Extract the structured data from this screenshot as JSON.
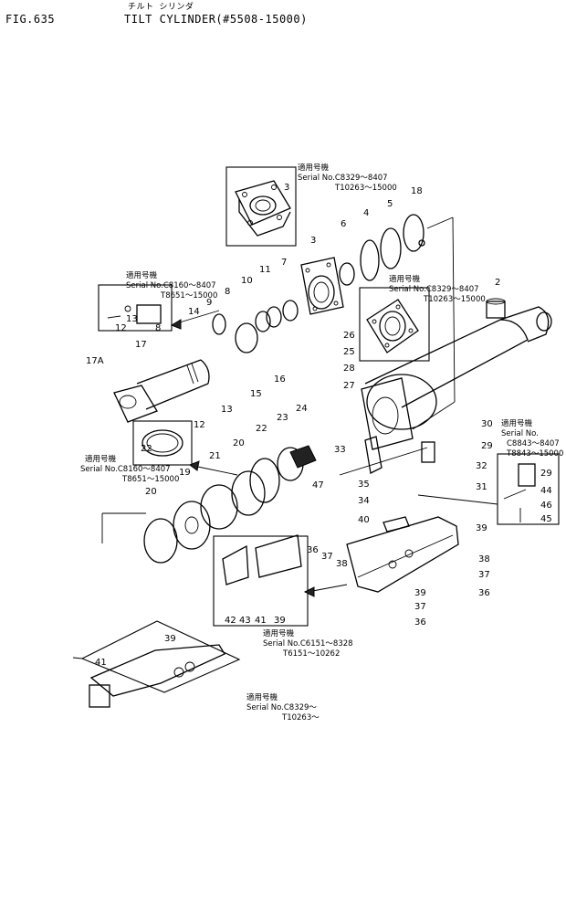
{
  "header": {
    "figure_number": "FIG.635",
    "title_japanese": "チルト シリンダ",
    "title": "TILT CYLINDER(#5508-15000)"
  },
  "part_labels": [
    "3",
    "3",
    "4",
    "5",
    "18",
    "6",
    "2",
    "11",
    "10",
    "7",
    "9",
    "8",
    "26",
    "25",
    "28",
    "27",
    "16",
    "15",
    "14",
    "13",
    "12",
    "8",
    "13",
    "12",
    "17",
    "17A",
    "22",
    "24",
    "23",
    "22",
    "21",
    "20",
    "47",
    "19",
    "20",
    "30",
    "29",
    "33",
    "32",
    "35",
    "34",
    "31",
    "29",
    "44",
    "46",
    "45",
    "40",
    "39",
    "36",
    "37",
    "38",
    "38",
    "37",
    "36",
    "39",
    "37",
    "36",
    "42",
    "43",
    "41",
    "39",
    "39",
    "41"
  ],
  "serial_notes": [
    {
      "heading": "適用号機",
      "line1": "Serial No.C8329～8407",
      "line2": "T10263～15000"
    },
    {
      "heading": "適用号機",
      "line1": "Serial No.C8329～8407",
      "line2": "T10263～15000"
    },
    {
      "heading": "適用号機",
      "line1": "Serial No.C8160～8407",
      "line2": "T8651～15000"
    },
    {
      "heading": "適用号機",
      "line1": "Serial No.C8160～8407",
      "line2": "T8651～15000"
    },
    {
      "heading": "適用号機",
      "line1": "Serial No.",
      "line2": "C8843～8407",
      "line3": "T8843～15000"
    },
    {
      "heading": "適用号機",
      "line1": "Serial No.C6151～8328",
      "line2": "T6151～10262"
    },
    {
      "heading": "適用号機",
      "line1": "Serial No.C8329～",
      "line2": "T10263～"
    }
  ]
}
